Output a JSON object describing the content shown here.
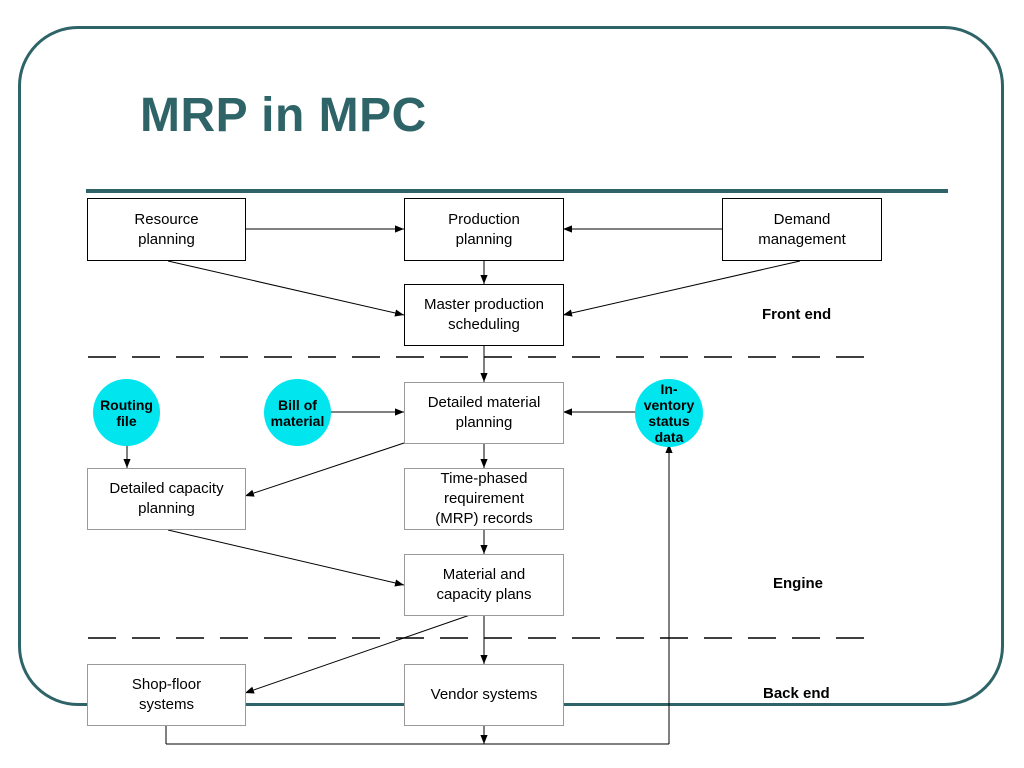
{
  "slide": {
    "title": "MRP in MPC",
    "theme": {
      "accent": "#2e6468",
      "circle_fill": "#00e5ee"
    }
  },
  "diagram": {
    "boxes": {
      "resource_planning": "Resource\nplanning",
      "production_planning": "Production\nplanning",
      "demand_management": "Demand\nmanagement",
      "master_production_scheduling": "Master production\nscheduling",
      "detailed_material_planning": "Detailed material\nplanning",
      "detailed_capacity_planning": "Detailed capacity\nplanning",
      "time_phased_records": "Time-phased\nrequirement\n(MRP) records",
      "material_capacity_plans": "Material and\ncapacity plans",
      "shop_floor_systems": "Shop-floor\nsystems",
      "vendor_systems": "Vendor systems"
    },
    "data_files": {
      "routing_file": "Routing\nfile",
      "bill_of_material": "Bill of\nmaterial",
      "inventory_status_data": "In-\nventory\nstatus\ndata"
    },
    "zones": {
      "front_end": "Front end",
      "engine": "Engine",
      "back_end": "Back end"
    }
  }
}
